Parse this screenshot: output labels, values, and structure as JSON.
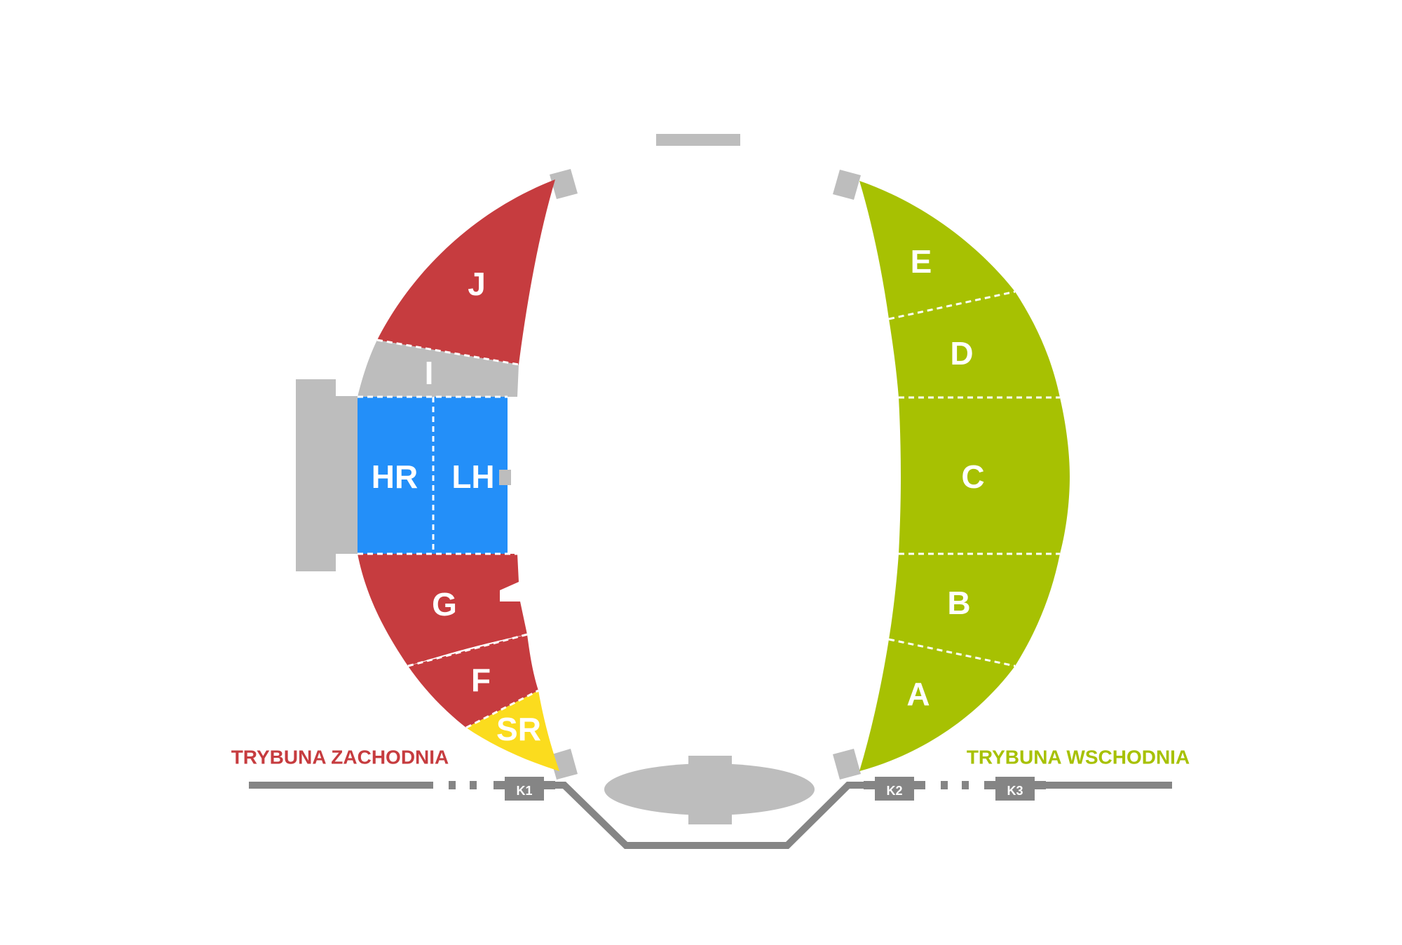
{
  "colors": {
    "west": "#c63c3f",
    "east": "#a7c102",
    "vip": "#238ff9",
    "sr": "#fbdc1e",
    "gray": "#bdbdbd",
    "road": "#858585"
  },
  "sectors": {
    "J": "J",
    "I": "I",
    "HR": "HR",
    "LH": "LH",
    "G": "G",
    "F": "F",
    "SR": "SR",
    "E": "E",
    "D": "D",
    "C": "C",
    "B": "B",
    "A": "A"
  },
  "stands": {
    "west": "TRYBUNA ZACHODNIA",
    "east": "TRYBUNA WSCHODNIA"
  },
  "gates": {
    "k1": "K1",
    "k2": "K2",
    "k3": "K3"
  }
}
